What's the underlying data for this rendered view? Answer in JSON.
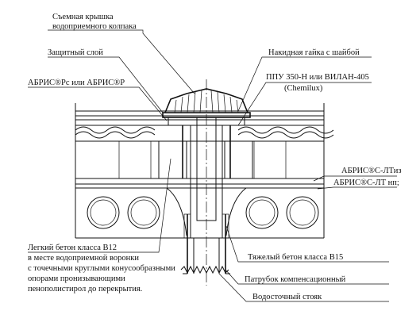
{
  "labels": {
    "removable_cap": [
      "Съемная крышка",
      "водоприемного колпака"
    ],
    "protective_layer": "Защитный слой",
    "abris_rc": "АБРИС®Рс или  АБРИС®Р",
    "union_nut": "Накидная гайка с шайбой",
    "ppu": [
      "ППУ 350-Н или ВИЛАН-405",
      "(Chemilux)"
    ],
    "abris_c_lt_iz": "АБРИС®С-ЛТиз",
    "abris_c_lt_np": "АБРИС®С-ЛТ нп;",
    "light_concrete": [
      "Легкий бетон класса В12",
      "в месте водоприемной воронки",
      "с точечными круглыми конусообразными",
      "опорами пронизывающими",
      "пенополистирол до перекрытия."
    ],
    "heavy_concrete": "Тяжелый бетон класса В15",
    "compensation_pipe": "Патрубок компенсационный",
    "drain_riser": "Водосточный стояк"
  }
}
